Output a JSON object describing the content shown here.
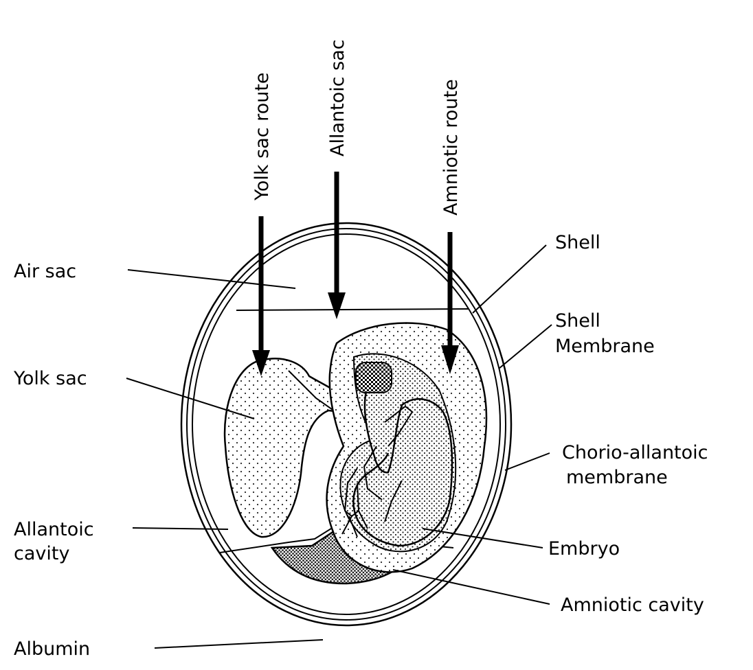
{
  "routes": {
    "yolk_sac_route": "Yolk sac route",
    "allantoic_sac": "Allantoic sac",
    "amniotic_route": "Amniotic route"
  },
  "labels": {
    "air_sac": "Air sac",
    "yolk_sac": "Yolk sac",
    "allantoic_cavity_line1": "Allantoic",
    "allantoic_cavity_line2": "cavity",
    "albumin": "Albumin",
    "shell": "Shell",
    "shell_membrane_line1": "Shell",
    "shell_membrane_line2": "Membrane",
    "chorio_allantoic_line1": "Chorio-allantoic",
    "chorio_allantoic_line2": "membrane",
    "embryo": "Embryo",
    "amniotic_cavity": "Amniotic cavity"
  }
}
